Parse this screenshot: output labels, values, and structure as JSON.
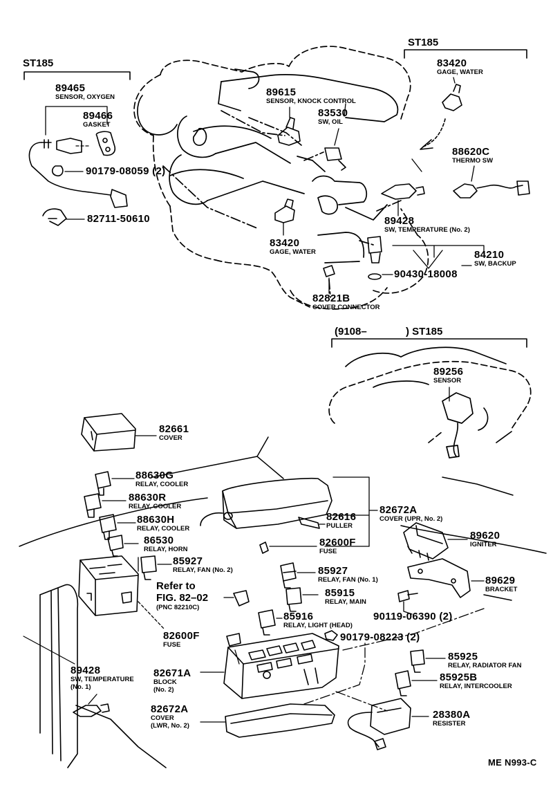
{
  "headers": {
    "st185_left": "ST185",
    "st185_right": "ST185",
    "range_open": "(9108–",
    "range_close": ") ST185"
  },
  "parts": [
    {
      "id": "p89465",
      "num": "89465",
      "desc": "SENSOR, OXYGEN"
    },
    {
      "id": "p89466",
      "num": "89466",
      "desc": "GASKET"
    },
    {
      "id": "p90179a",
      "num": "90179-08059 (2)",
      "desc": ""
    },
    {
      "id": "p82711",
      "num": "82711-50610",
      "desc": ""
    },
    {
      "id": "p89615",
      "num": "89615",
      "desc": "SENSOR, KNOCK CONTROL"
    },
    {
      "id": "p83530",
      "num": "83530",
      "desc": "SW, OIL"
    },
    {
      "id": "p83420r",
      "num": "83420",
      "desc": "GAGE, WATER"
    },
    {
      "id": "p88620c",
      "num": "88620C",
      "desc": "THERMO SW"
    },
    {
      "id": "p89428a",
      "num": "89428",
      "desc": "SW, TEMPERATURE (No. 2)"
    },
    {
      "id": "p83420c",
      "num": "83420",
      "desc": "GAGE, WATER"
    },
    {
      "id": "p84210",
      "num": "84210",
      "desc": "SW, BACKUP"
    },
    {
      "id": "p90430",
      "num": "90430-18008",
      "desc": ""
    },
    {
      "id": "p82821b",
      "num": "82821B",
      "desc": "COVER CONNECTOR"
    },
    {
      "id": "p89256",
      "num": "89256",
      "desc": "SENSOR"
    },
    {
      "id": "p82661",
      "num": "82661",
      "desc": "COVER"
    },
    {
      "id": "p88630g",
      "num": "88630G",
      "desc": "RELAY, COOLER"
    },
    {
      "id": "p88630r",
      "num": "88630R",
      "desc": "RELAY, COOLER"
    },
    {
      "id": "p88630h",
      "num": "88630H",
      "desc": "RELAY, COOLER"
    },
    {
      "id": "p86530",
      "num": "86530",
      "desc": "RELAY, HORN"
    },
    {
      "id": "p85927b",
      "num": "85927",
      "desc": "RELAY, FAN (No. 2)"
    },
    {
      "id": "p82672a1",
      "num": "82672A",
      "desc": "COVER (UPR, No. 2)"
    },
    {
      "id": "p82616",
      "num": "82616",
      "desc": "PULLER"
    },
    {
      "id": "p82600f1",
      "num": "82600F",
      "desc": "FUSE"
    },
    {
      "id": "p89620",
      "num": "89620",
      "desc": "IGNITER"
    },
    {
      "id": "p85927a",
      "num": "85927",
      "desc": "RELAY, FAN (No. 1)"
    },
    {
      "id": "p89629",
      "num": "89629",
      "desc": "BRACKET"
    },
    {
      "id": "p85915",
      "num": "85915",
      "desc": "RELAY, MAIN"
    },
    {
      "id": "p85916",
      "num": "85916",
      "desc": "RELAY, LIGHT (HEAD)"
    },
    {
      "id": "p90119",
      "num": "90119-06390 (2)",
      "desc": ""
    },
    {
      "id": "p90179b",
      "num": "90179-08223 (2)",
      "desc": ""
    },
    {
      "id": "p82600f2",
      "num": "82600F",
      "desc": "FUSE"
    },
    {
      "id": "p85925",
      "num": "85925",
      "desc": "RELAY, RADIATOR FAN"
    },
    {
      "id": "p85925b",
      "num": "85925B",
      "desc": "RELAY, INTERCOOLER"
    },
    {
      "id": "p89428b",
      "num": "89428",
      "desc": "SW, TEMPERATURE"
    },
    {
      "id": "p82671a",
      "num": "82671A",
      "desc": "BLOCK"
    },
    {
      "id": "p82672a2",
      "num": "82672A",
      "desc": "COVER"
    },
    {
      "id": "p28380a",
      "num": "28380A",
      "desc": "RESISTER"
    }
  ],
  "extra_desc": {
    "p89428b_line2": "(No. 1)",
    "p82671a_line2": "(No. 2)",
    "p82672a2_line2": "(LWR, No. 2)"
  },
  "refer": {
    "line1": "Refer to",
    "line2": "FIG. 82–02",
    "line3": "(PNC 82210C)"
  },
  "figure_code": "ME N993-C"
}
